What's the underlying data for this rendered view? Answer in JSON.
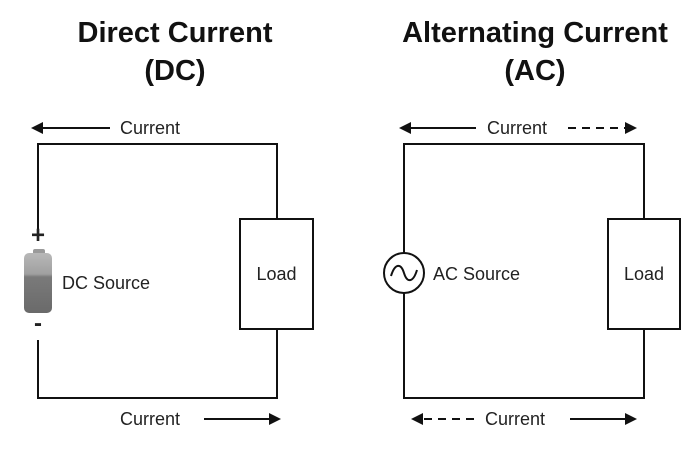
{
  "dc": {
    "title_line1": "Direct Current",
    "title_line2": "(DC)",
    "current_top": "Current",
    "current_bottom": "Current",
    "source_label": "DC Source",
    "load_label": "Load",
    "plus": "+",
    "minus": "-"
  },
  "ac": {
    "title_line1": "Alternating Current",
    "title_line2": "(AC)",
    "current_top": "Current",
    "current_bottom": "Current",
    "source_label": "AC Source",
    "load_label": "Load"
  },
  "colors": {
    "wire": "#111111",
    "battery_light": "#a9a9a9",
    "battery_dark": "#6e6e6e"
  }
}
